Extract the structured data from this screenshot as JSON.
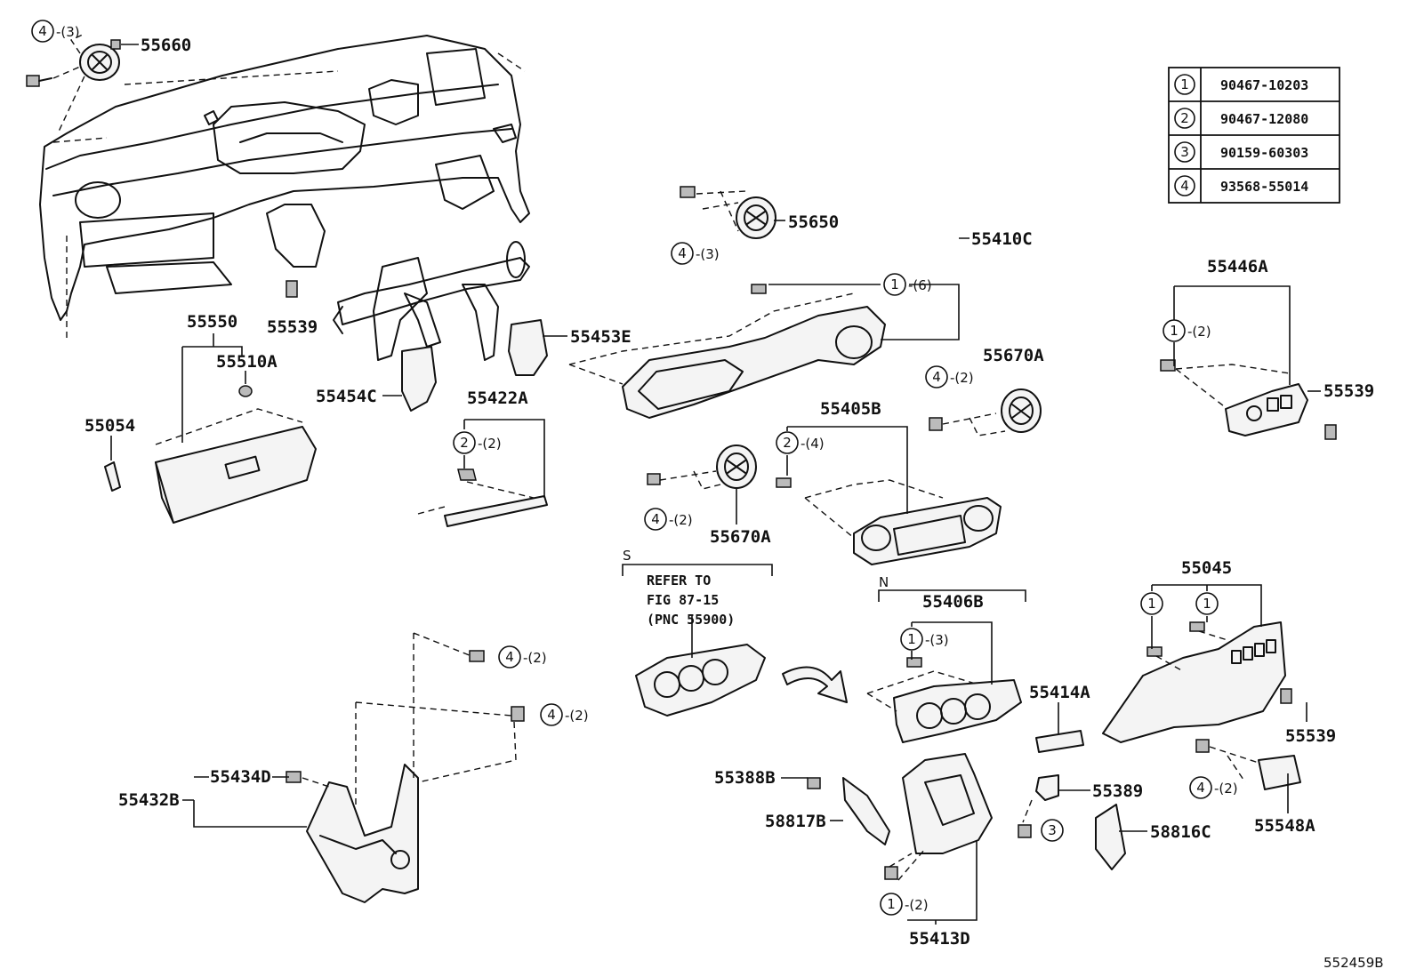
{
  "labels": {
    "p55660": "55660",
    "p55650": "55650",
    "p55410C": "55410C",
    "p55446A": "55446A",
    "p55539_top": "55539",
    "p55539_right": "55539",
    "p55539_bottom": "55539",
    "p55550": "55550",
    "p55510A": "55510A",
    "p55054": "55054",
    "p55453E": "55453E",
    "p55454C": "55454C",
    "p55422A": "55422A",
    "p55670A_left": "55670A",
    "p55670A_right": "55670A",
    "p55405B": "55405B",
    "p55045": "55045",
    "p55406B": "55406B",
    "p55414A": "55414A",
    "p55434D": "55434D",
    "p55432B": "55432B",
    "p55388B": "55388B",
    "p58817B": "58817B",
    "p55389": "55389",
    "p58816C": "58816C",
    "p55548A": "55548A",
    "p55413D": "55413D"
  },
  "callouts": {
    "c1": {
      "num": "4",
      "qty": "-(3)"
    },
    "c2": {
      "num": "4",
      "qty": "-(3)"
    },
    "c3": {
      "num": "1",
      "qty": "-(6)"
    },
    "c4": {
      "num": "1",
      "qty": "-(2)"
    },
    "c5": {
      "num": "4",
      "qty": "-(2)"
    },
    "c6": {
      "num": "2",
      "qty": "-(2)"
    },
    "c7": {
      "num": "2",
      "qty": "-(4)"
    },
    "c8": {
      "num": "4",
      "qty": "-(2)"
    },
    "c9": {
      "num": "1",
      "qty": "-(3)"
    },
    "c10": {
      "num": "1",
      "qty": ""
    },
    "c11": {
      "num": "1",
      "qty": ""
    },
    "c12": {
      "num": "4",
      "qty": "-(2)"
    },
    "c13": {
      "num": "4",
      "qty": "-(2)"
    },
    "c14": {
      "num": "4",
      "qty": "-(2)"
    },
    "c15": {
      "num": "3",
      "qty": ""
    },
    "c16": {
      "num": "1",
      "qty": "-(2)"
    }
  },
  "variants": {
    "s_code": "S",
    "n_code": "N",
    "refer_lines": [
      "REFER TO",
      "FIG 87-15",
      "(PNC 55900)"
    ]
  },
  "fastener_table": [
    {
      "num": "1",
      "part": "90467-10203"
    },
    {
      "num": "2",
      "part": "90467-12080"
    },
    {
      "num": "3",
      "part": "90159-60303"
    },
    {
      "num": "4",
      "part": "93568-55014"
    }
  ],
  "diagram_id": "552459B"
}
